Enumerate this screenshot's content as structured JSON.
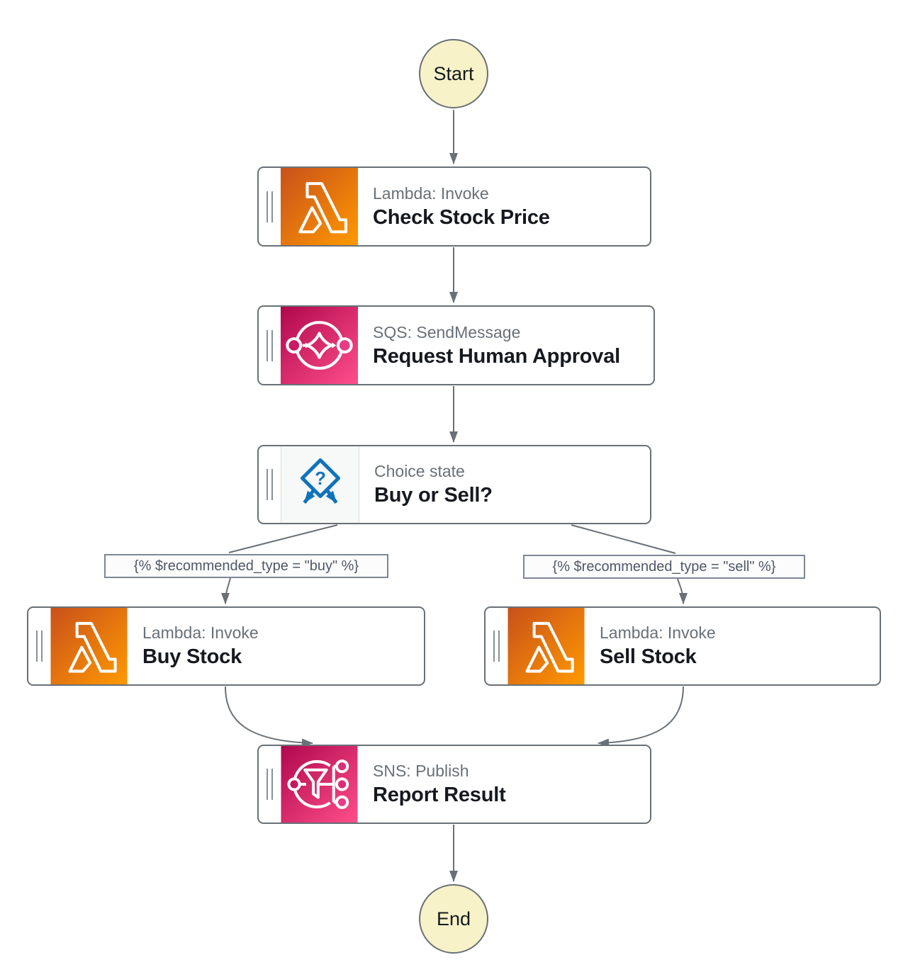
{
  "diagram": {
    "terminals": {
      "start": "Start",
      "end": "End"
    },
    "nodes": [
      {
        "id": "check-stock-price",
        "service": "lambda",
        "icon": "lambda-icon",
        "type_label": "Lambda: Invoke",
        "title": "Check Stock Price"
      },
      {
        "id": "request-human-approval",
        "service": "sqs",
        "icon": "sqs-icon",
        "type_label": "SQS: SendMessage",
        "title": "Request Human Approval"
      },
      {
        "id": "buy-or-sell",
        "service": "choice",
        "icon": "choice-icon",
        "type_label": "Choice state",
        "title": "Buy or Sell?"
      },
      {
        "id": "buy-stock",
        "service": "lambda",
        "icon": "lambda-icon",
        "type_label": "Lambda: Invoke",
        "title": "Buy Stock"
      },
      {
        "id": "sell-stock",
        "service": "lambda",
        "icon": "lambda-icon",
        "type_label": "Lambda: Invoke",
        "title": "Sell Stock"
      },
      {
        "id": "report-result",
        "service": "sns",
        "icon": "sns-icon",
        "type_label": "SNS: Publish",
        "title": "Report Result"
      }
    ],
    "conditions": [
      {
        "branch": "buy",
        "label": "{% $recommended_type = \"buy\" %}"
      },
      {
        "branch": "sell",
        "label": "{% $recommended_type = \"sell\" %}"
      }
    ],
    "choice_question_mark": "?",
    "colors": {
      "lambda_gradient_start": "#C8511B",
      "lambda_gradient_end": "#FF9900",
      "messaging_gradient_start": "#B0084D",
      "messaging_gradient_end": "#FF4F8B",
      "choice_blue": "#0E73BB",
      "terminal_fill": "#F7F2C7",
      "connector": "#697077",
      "node_border": "#697077",
      "subtitle_text": "#687078",
      "title_text": "#16191F"
    }
  }
}
